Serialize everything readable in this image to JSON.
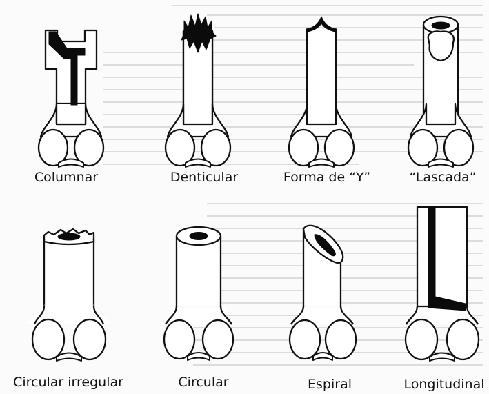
{
  "figure": {
    "panels": [
      {
        "id": "columnar",
        "label": "Columnar"
      },
      {
        "id": "denticular",
        "label": "Denticular"
      },
      {
        "id": "forma-y",
        "label": "Forma de “Y”"
      },
      {
        "id": "lascada",
        "label": "“Lascada”"
      },
      {
        "id": "circular-irregular",
        "label": "Circular irregular"
      },
      {
        "id": "circular",
        "label": "Circular"
      },
      {
        "id": "espiral",
        "label": "Espiral"
      },
      {
        "id": "longitudinal",
        "label": "Longitudinal"
      }
    ]
  },
  "colors": {
    "ink": "#0b0b0b",
    "page": "#fbfbfb",
    "bleed_text": "#c9c9c9"
  }
}
